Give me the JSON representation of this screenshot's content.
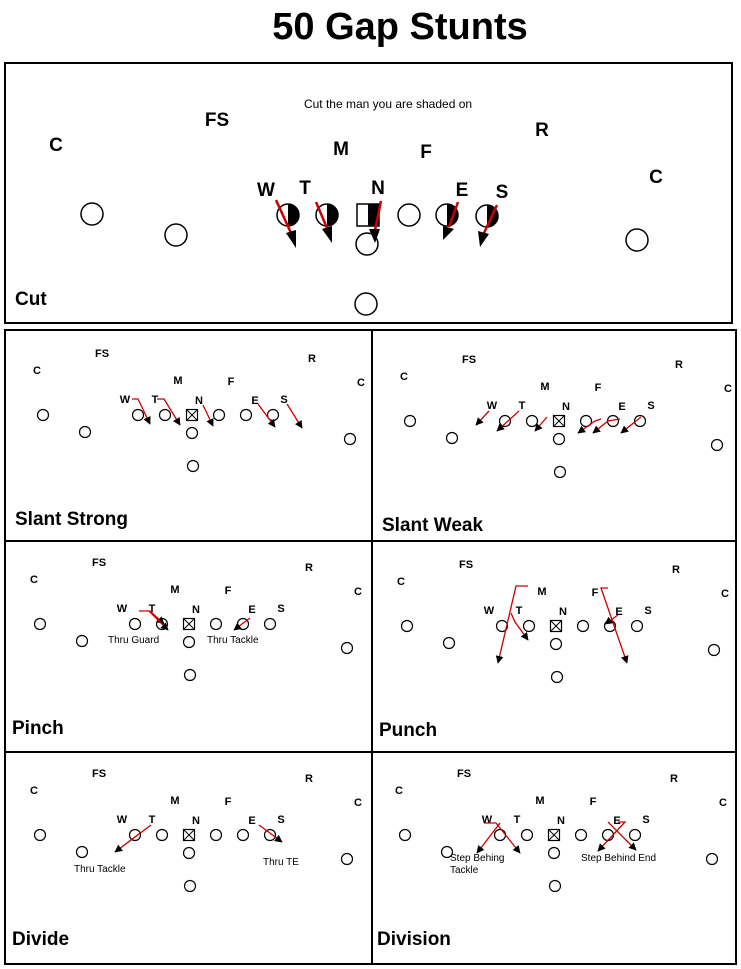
{
  "title": "50 Gap Stunts",
  "colors": {
    "stunt_line": "#cc0000",
    "ink": "#000000"
  },
  "main": {
    "name": "Cut",
    "note": "Cut the man you are shaded on",
    "defenders": {
      "C1": "C",
      "FS": "FS",
      "M": "M",
      "F": "F",
      "R": "R",
      "C2": "C",
      "W": "W",
      "T": "T",
      "N": "N",
      "E": "E",
      "S": "S"
    }
  },
  "panels": [
    {
      "name": "Slant Strong",
      "notes": [],
      "defenders": {
        "C1": "C",
        "FS": "FS",
        "M": "M",
        "F": "F",
        "R": "R",
        "C2": "C",
        "W": "W",
        "T": "T",
        "N": "N",
        "E": "E",
        "S": "S"
      }
    },
    {
      "name": "Slant Weak",
      "notes": [],
      "defenders": {
        "C1": "C",
        "FS": "FS",
        "M": "M",
        "F": "F",
        "R": "R",
        "C2": "C",
        "W": "W",
        "T": "T",
        "N": "N",
        "E": "E",
        "S": "S"
      }
    },
    {
      "name": "Pinch",
      "notes": [
        "Thru Guard",
        "Thru Tackle"
      ],
      "defenders": {
        "C1": "C",
        "FS": "FS",
        "M": "M",
        "F": "F",
        "R": "R",
        "C2": "C",
        "W": "W",
        "T": "T",
        "N": "N",
        "E": "E",
        "S": "S"
      }
    },
    {
      "name": "Punch",
      "notes": [],
      "defenders": {
        "C1": "C",
        "FS": "FS",
        "M": "M",
        "F": "F",
        "R": "R",
        "C2": "C",
        "W": "W",
        "T": "T",
        "N": "N",
        "E": "E",
        "S": "S"
      }
    },
    {
      "name": "Divide",
      "notes": [
        "Thru Tackle",
        "Thru TE"
      ],
      "defenders": {
        "C1": "C",
        "FS": "FS",
        "M": "M",
        "F": "F",
        "R": "R",
        "C2": "C",
        "W": "W",
        "T": "T",
        "N": "N",
        "E": "E",
        "S": "S"
      }
    },
    {
      "name": "Division",
      "notes": [
        "Step Behing",
        "Tackle",
        "Step Behind End"
      ],
      "defenders": {
        "C1": "C",
        "FS": "FS",
        "M": "M",
        "F": "F",
        "R": "R",
        "C2": "C",
        "W": "W",
        "T": "T",
        "N": "N",
        "E": "E",
        "S": "S"
      }
    }
  ]
}
